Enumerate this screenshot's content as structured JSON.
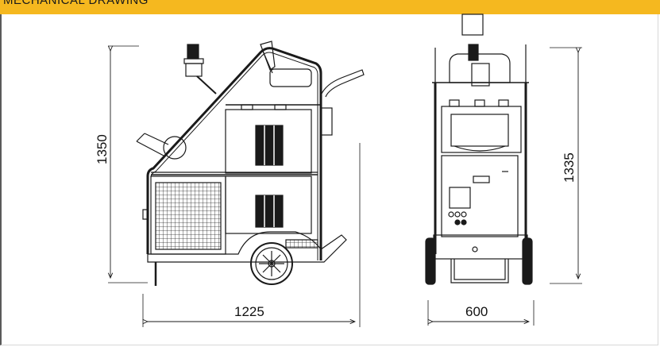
{
  "header": {
    "title": "MECHANICAL DRAWING"
  },
  "dimensions": {
    "side_height": "1350",
    "side_width": "1225",
    "front_height": "1335",
    "front_width": "600"
  },
  "colors": {
    "header_bg": "#f5b81f",
    "line": "#1a1a1a"
  }
}
